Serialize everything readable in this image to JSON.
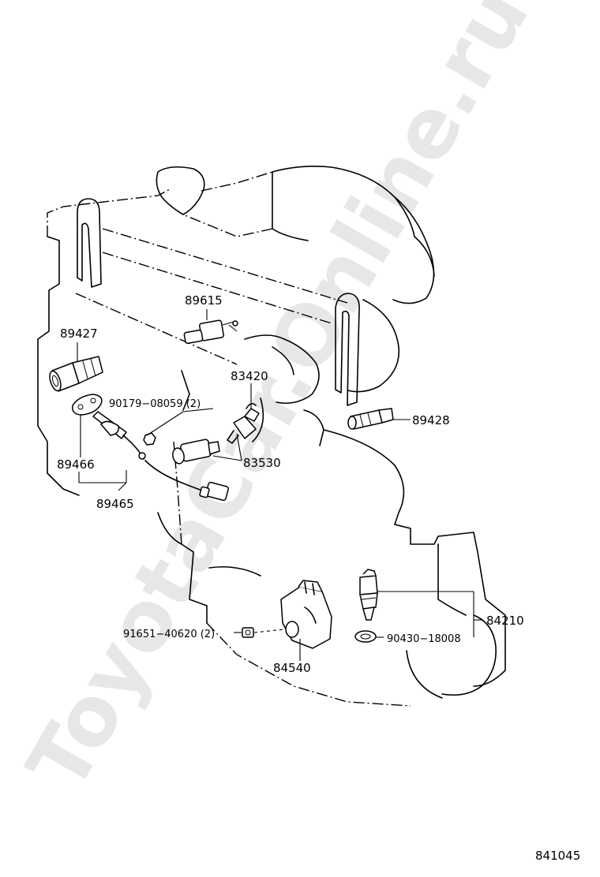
{
  "watermark": "ToyotaCar.Online.ru",
  "figure_number": "841045",
  "parts": [
    {
      "id": "89615",
      "label": "89615"
    },
    {
      "id": "89427",
      "label": "89427"
    },
    {
      "id": "83420",
      "label": "83420"
    },
    {
      "id": "90179",
      "label": "90179−08059 (2)"
    },
    {
      "id": "89428",
      "label": "89428"
    },
    {
      "id": "83530",
      "label": "83530"
    },
    {
      "id": "89466",
      "label": "89466"
    },
    {
      "id": "89465",
      "label": "89465"
    },
    {
      "id": "84210",
      "label": "84210"
    },
    {
      "id": "91651",
      "label": "91651−40620 (2)"
    },
    {
      "id": "90430",
      "label": "90430−18008"
    },
    {
      "id": "84540",
      "label": "84540"
    }
  ]
}
